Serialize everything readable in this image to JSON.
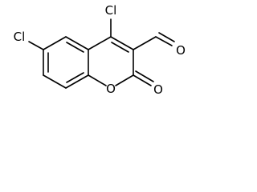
{
  "molecule": {
    "atoms": {
      "cl_top": "Cl",
      "cl_left": "Cl",
      "o_aldehyde": "O",
      "o_ring": "O",
      "o_carbonyl": "O"
    }
  }
}
